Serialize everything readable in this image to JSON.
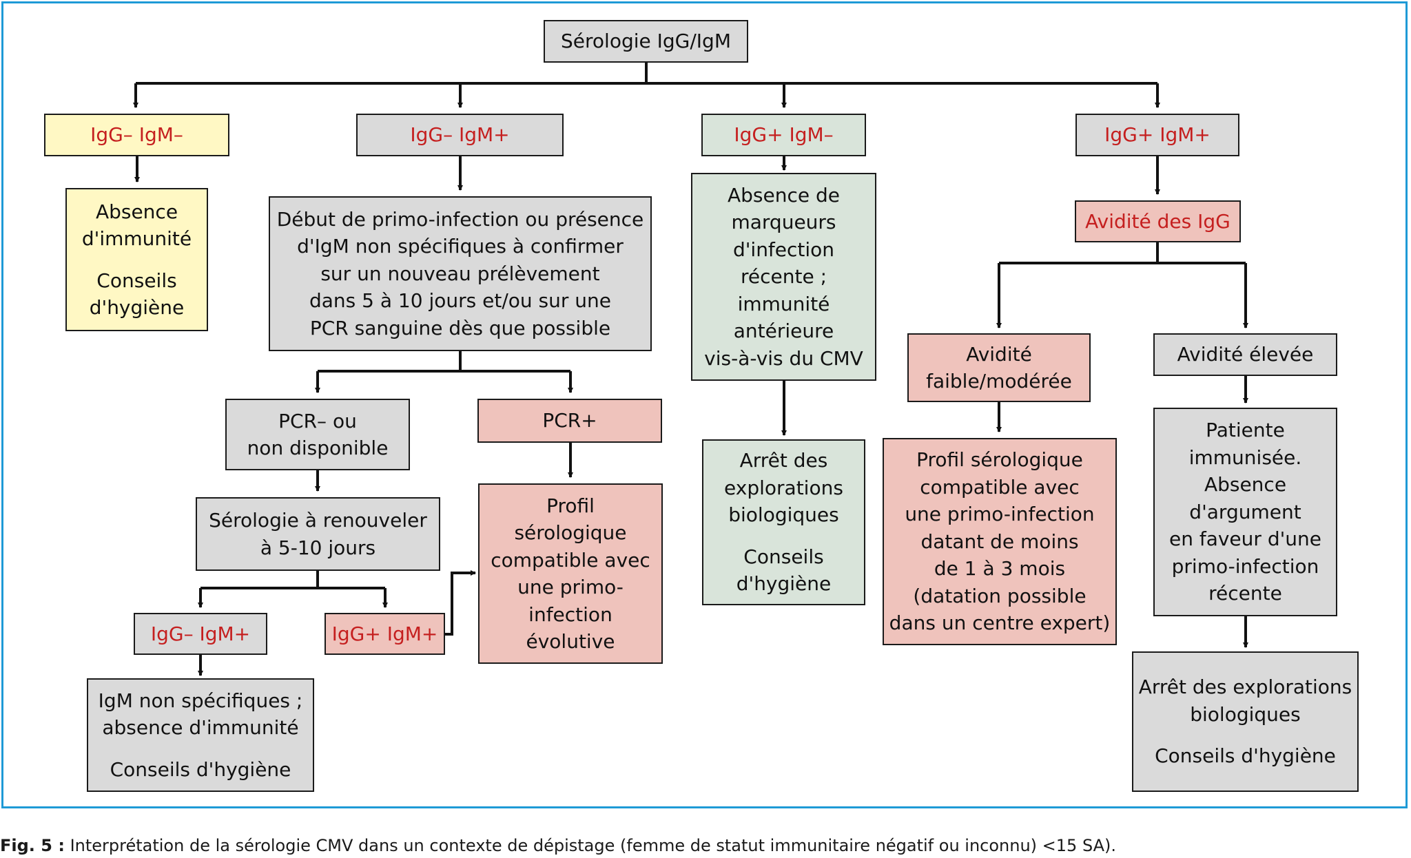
{
  "nodes": {
    "root": [
      "Sérologie IgG/IgM"
    ],
    "b1": [
      "IgG– IgM–"
    ],
    "b2": [
      "IgG– IgM+"
    ],
    "b3": [
      "IgG+ IgM–"
    ],
    "b4": [
      "IgG+ IgM+"
    ],
    "b1_result": [
      "Absence",
      "d'immunité",
      "",
      "Conseils",
      "d'hygiène"
    ],
    "b2_result": [
      "Début de primo-infection ou présence",
      "d'IgM non spécifiques à confirmer",
      "sur un nouveau prélèvement",
      "dans 5 à 10 jours et/ou sur une",
      "PCR sanguine dès que possible"
    ],
    "pcr_neg": [
      "PCR– ou",
      "non disponible"
    ],
    "pcr_pos": [
      "PCR+"
    ],
    "sero_renew": [
      "Sérologie à renouveler",
      "à 5-10 jours"
    ],
    "renew_neg": [
      "IgG– IgM+"
    ],
    "renew_pos": [
      "IgG+ IgM+"
    ],
    "igm_nonspec": [
      "IgM non spécifiques ;",
      "absence d'immunité",
      "",
      "Conseils d'hygiène"
    ],
    "primo_evol": [
      "Profil",
      "sérologique",
      "compatible avec",
      "une primo-",
      "infection",
      "évolutive"
    ],
    "b3_result": [
      "Absence de",
      "marqueurs",
      "d'infection",
      "récente ;",
      "immunité",
      "antérieure",
      "vis-à-vis du CMV"
    ],
    "b3_stop": [
      "Arrêt des",
      "explorations",
      "biologiques",
      "",
      "Conseils",
      "d'hygiène"
    ],
    "avidity": [
      "Avidité des IgG"
    ],
    "avid_low": [
      "Avidité",
      "faible/modérée"
    ],
    "avid_high": [
      "Avidité élevée"
    ],
    "low_result": [
      "Profil sérologique",
      "compatible avec",
      "une primo-infection",
      "datant de moins",
      "de 1 à 3 mois",
      "(datation possible",
      "dans un centre expert)"
    ],
    "high_result": [
      "Patiente",
      "immunisée.",
      "Absence",
      "d'argument",
      "en faveur d'une",
      "primo-infection",
      "récente"
    ],
    "high_stop": [
      "Arrêt des explorations",
      "biologiques",
      "",
      "Conseils d'hygiène"
    ]
  },
  "caption": {
    "label": "Fig. 5 :",
    "text": " Interprétation de la sérologie CMV dans un contexte de dépistage (femme de statut immunitaire négatif ou inconnu) <15 SA)."
  },
  "colors": {
    "frame": "#1e9ad6",
    "grey": "#dadada",
    "yellow": "#fff8c4",
    "green": "#d9e4da",
    "pink": "#efc3bc",
    "red_text": "#c51f1f"
  }
}
